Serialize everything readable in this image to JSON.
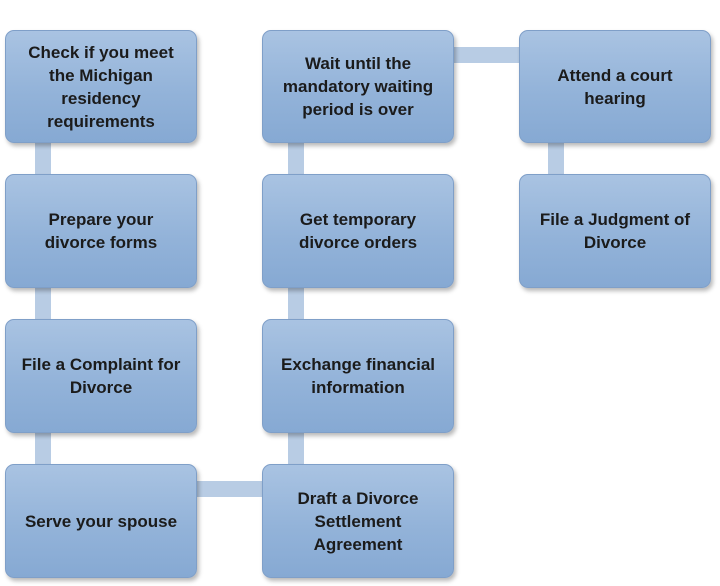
{
  "steps": [
    {
      "id": "residency",
      "label": "Check if you meet the Michigan residency requirements"
    },
    {
      "id": "prepare-forms",
      "label": "Prepare your divorce forms"
    },
    {
      "id": "file-complaint",
      "label": "File a Complaint for Divorce"
    },
    {
      "id": "serve-spouse",
      "label": "Serve your spouse"
    },
    {
      "id": "settlement",
      "label": "Draft a Divorce Settlement Agreement"
    },
    {
      "id": "financial-info",
      "label": "Exchange financial information"
    },
    {
      "id": "temporary-orders",
      "label": "Get temporary divorce orders"
    },
    {
      "id": "waiting-period",
      "label": "Wait until the mandatory waiting period is over"
    },
    {
      "id": "court-hearing",
      "label": "Attend a court hearing"
    },
    {
      "id": "judgment",
      "label": "File a Judgment of Divorce"
    }
  ],
  "colors": {
    "box_fill": "#93b3d9",
    "box_border": "#7f9fc8",
    "connector": "#b8cce4",
    "text": "#1b1b1b"
  }
}
